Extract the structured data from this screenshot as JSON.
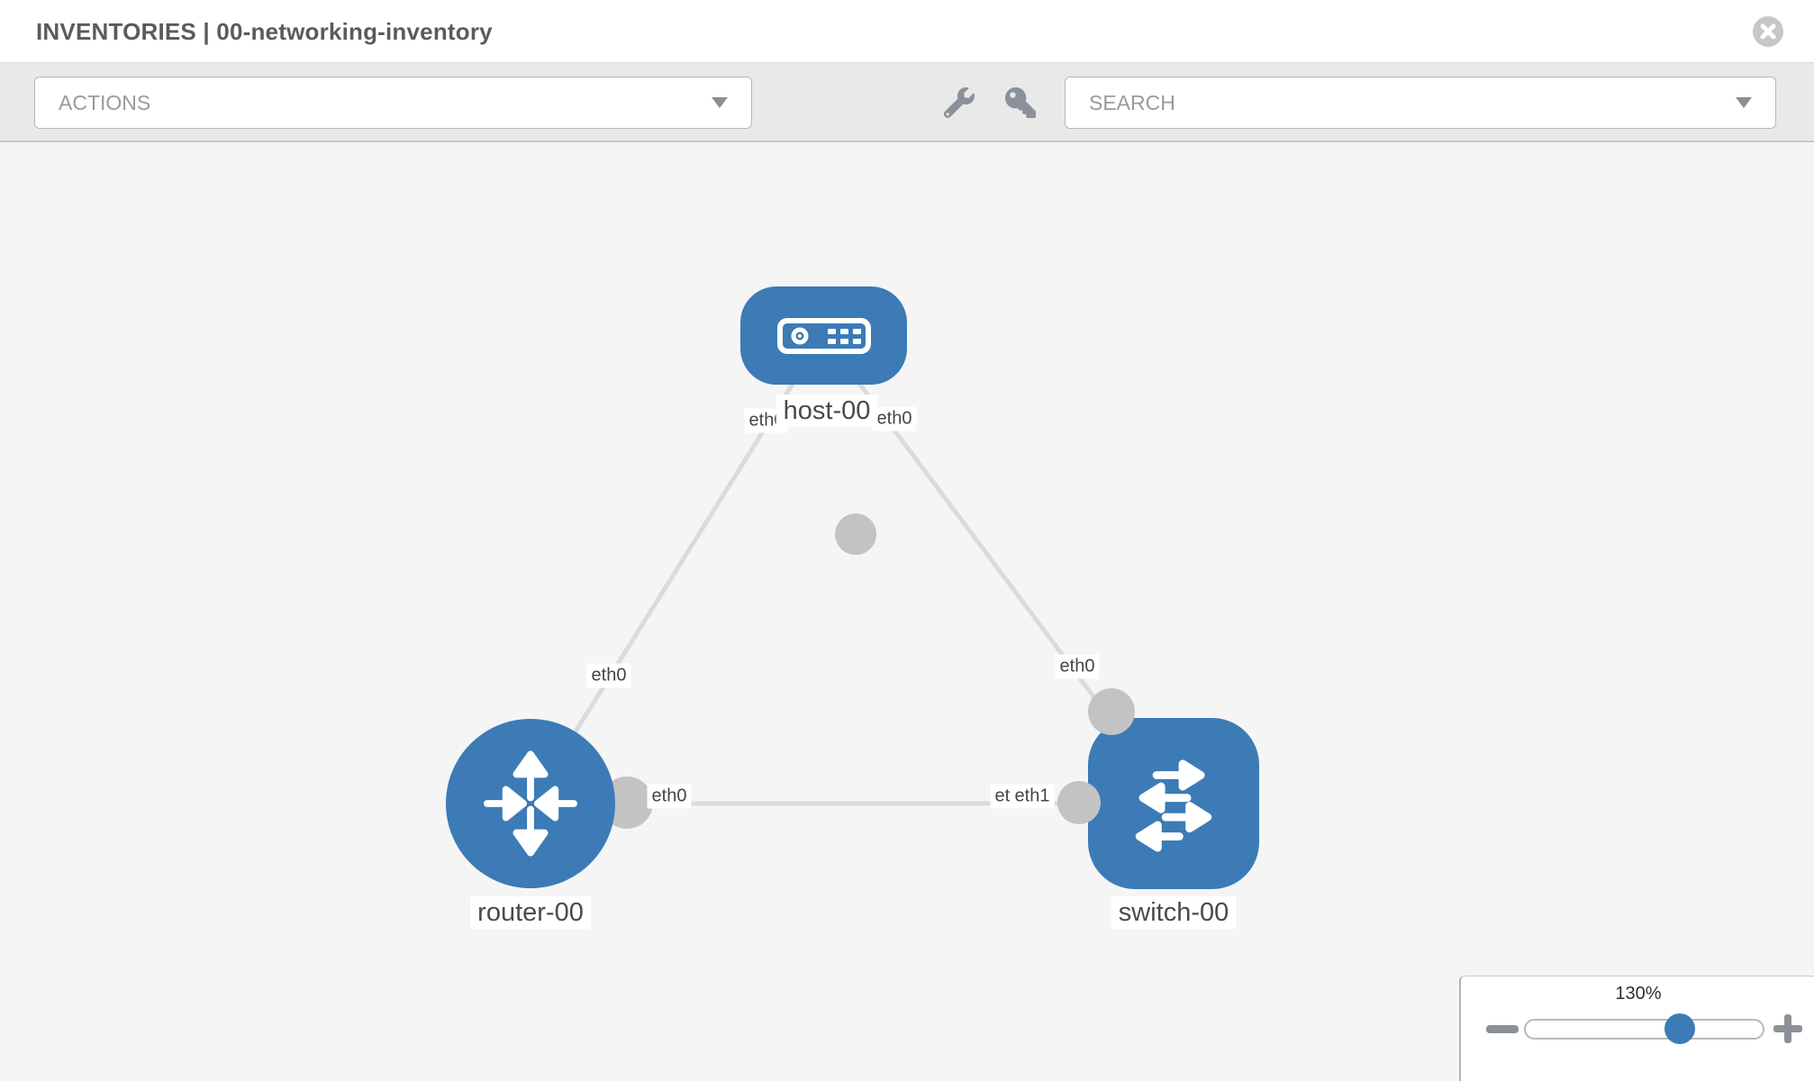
{
  "header": {
    "title": "INVENTORIES | 00-networking-inventory"
  },
  "toolbar": {
    "actions_label": "ACTIONS",
    "search_label": "SEARCH",
    "icons": [
      "wrench",
      "key"
    ]
  },
  "topology": {
    "nodes": [
      {
        "id": "host-00",
        "type": "host",
        "label": "host-00"
      },
      {
        "id": "router-00",
        "type": "router",
        "label": "router-00"
      },
      {
        "id": "switch-00",
        "type": "switch",
        "label": "switch-00"
      }
    ],
    "links": [
      {
        "from": "host-00",
        "to": "router-00",
        "from_interface": "eth0",
        "to_interface": "eth0"
      },
      {
        "from": "host-00",
        "to": "switch-00",
        "from_interface": "eth0",
        "to_interface": "eth0"
      },
      {
        "from": "router-00",
        "to": "switch-00",
        "from_interface": "eth0",
        "to_interface": "eth1"
      }
    ],
    "interface_labels": {
      "host_left": "eth0",
      "host_right": "eth0",
      "router_top": "eth0",
      "switch_top": "eth0",
      "link_router_side": "eth0",
      "link_switch_side_back": "eth0",
      "link_switch_side_front": "eth1"
    }
  },
  "zoom_control": {
    "value": "130%",
    "icons": [
      "minus",
      "plus"
    ]
  },
  "colors": {
    "node_blue": "#3c7bb6",
    "link_gray": "#dbdbdb",
    "endpoint_gray": "#c3c3c3",
    "canvas_bg": "#f5f5f5",
    "toolbar_bg": "#e9e9e9"
  }
}
